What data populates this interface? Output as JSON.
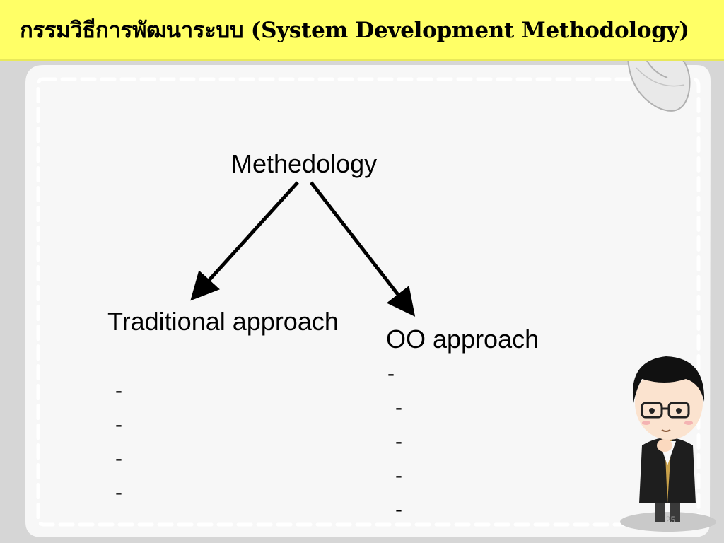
{
  "slide": {
    "title": "กรรมวิธีการพัฒนาระบบ (System Development Methodology)",
    "page_number": "25"
  },
  "diagram": {
    "root": "Methedology",
    "left_branch": {
      "label": "Traditional approach",
      "items": [
        "-",
        "-",
        "-",
        "-"
      ]
    },
    "right_branch": {
      "label": "OO approach",
      "items": [
        "-",
        "-",
        "-",
        "-",
        "-"
      ]
    }
  },
  "colors": {
    "title_bar": "#ffff66",
    "background": "#d6d6d6",
    "board": "#f7f7f7",
    "dash_border": "#ffffff",
    "arrow": "#000000"
  },
  "icons": [
    "mouse-icon",
    "cartoon-character-icon"
  ]
}
